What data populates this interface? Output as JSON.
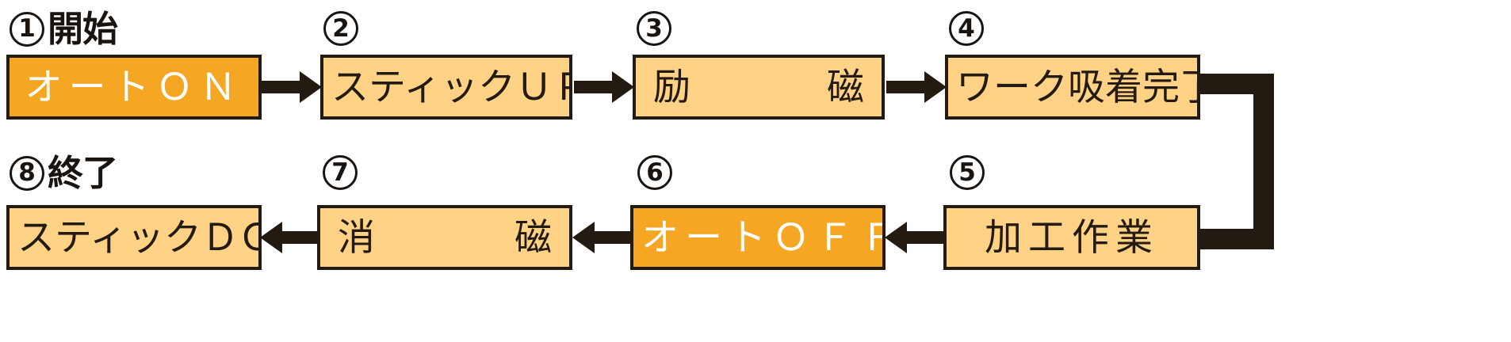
{
  "diagram": {
    "title_alt": "auto magnet work flow",
    "colors": {
      "box_fill": "#ffd285",
      "box_fill_highlight": "#f5a623",
      "border": "#231a12",
      "arrow": "#231a12",
      "text": "#231a12",
      "text_highlight": "#ffffff",
      "background": "#ffffff"
    },
    "steps": [
      {
        "number": "1",
        "circled": "①",
        "caption": "開始",
        "label_text": "①開始",
        "box_text": "オートＯＮ",
        "highlight": true,
        "row": "top"
      },
      {
        "number": "2",
        "circled": "②",
        "caption": "",
        "label_text": "②",
        "box_text": "スティックＵＰ",
        "highlight": false,
        "row": "top"
      },
      {
        "number": "3",
        "circled": "③",
        "caption": "",
        "label_text": "③",
        "box_text": "励磁",
        "box_text_start": "励",
        "box_text_end": "磁",
        "highlight": false,
        "row": "top"
      },
      {
        "number": "4",
        "circled": "④",
        "caption": "",
        "label_text": "④",
        "box_text": "ワーク吸着完了",
        "highlight": false,
        "row": "top"
      },
      {
        "number": "5",
        "circled": "⑤",
        "caption": "",
        "label_text": "⑤",
        "box_text": "加工作業",
        "highlight": false,
        "row": "bottom"
      },
      {
        "number": "6",
        "circled": "⑥",
        "caption": "",
        "label_text": "⑥",
        "box_text": "オートＯＦＦ",
        "highlight": true,
        "row": "bottom"
      },
      {
        "number": "7",
        "circled": "⑦",
        "caption": "",
        "label_text": "⑦",
        "box_text": "消磁",
        "box_text_start": "消",
        "box_text_end": "磁",
        "highlight": false,
        "row": "bottom"
      },
      {
        "number": "8",
        "circled": "⑧",
        "caption": "終了",
        "label_text": "⑧終了",
        "box_text": "スティックＤＯＷＮ",
        "highlight": false,
        "row": "bottom"
      }
    ],
    "connectors": [
      {
        "id": "a1",
        "from": "1",
        "to": "2",
        "direction": "right"
      },
      {
        "id": "a2",
        "from": "2",
        "to": "3",
        "direction": "right"
      },
      {
        "id": "a3",
        "from": "3",
        "to": "4",
        "direction": "right"
      },
      {
        "id": "a4",
        "from": "4",
        "to": "5",
        "direction": "wrap-down-right"
      },
      {
        "id": "a5",
        "from": "5",
        "to": "6",
        "direction": "left"
      },
      {
        "id": "a6",
        "from": "6",
        "to": "7",
        "direction": "left"
      },
      {
        "id": "a7",
        "from": "7",
        "to": "8",
        "direction": "left"
      }
    ]
  }
}
